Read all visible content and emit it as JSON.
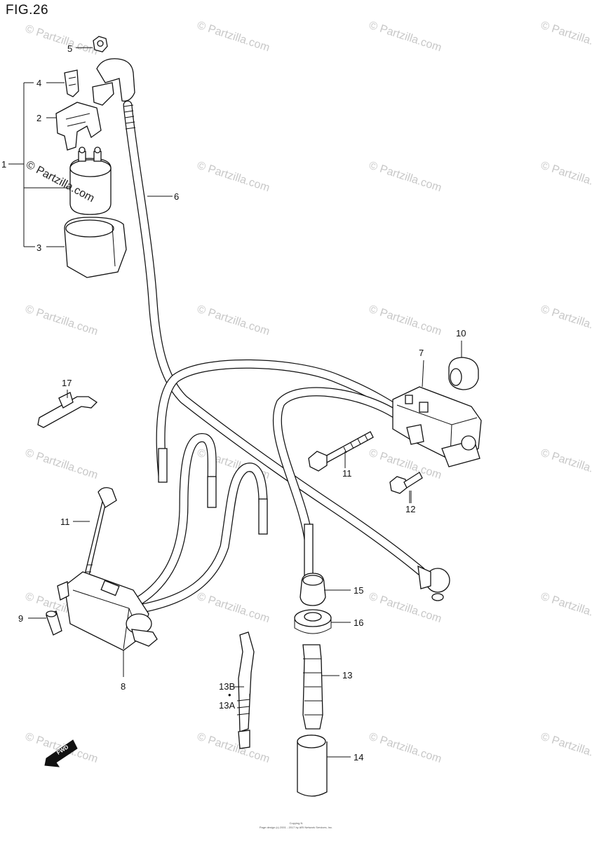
{
  "figure_title": "FIG.26",
  "watermark_text": "© Partzilla.com",
  "callouts": [
    "1",
    "2",
    "3",
    "4",
    "5",
    "6",
    "7",
    "8",
    "9",
    "10",
    "11",
    "11",
    "12",
    "13",
    "13A",
    "13B",
    "14",
    "15",
    "16",
    "17"
  ],
  "fwd_label": "FWD",
  "footer": {
    "line1": "Copying N",
    "line2": "Page design (c) 2001 - 2017 by ARI Network Services, Inc."
  }
}
